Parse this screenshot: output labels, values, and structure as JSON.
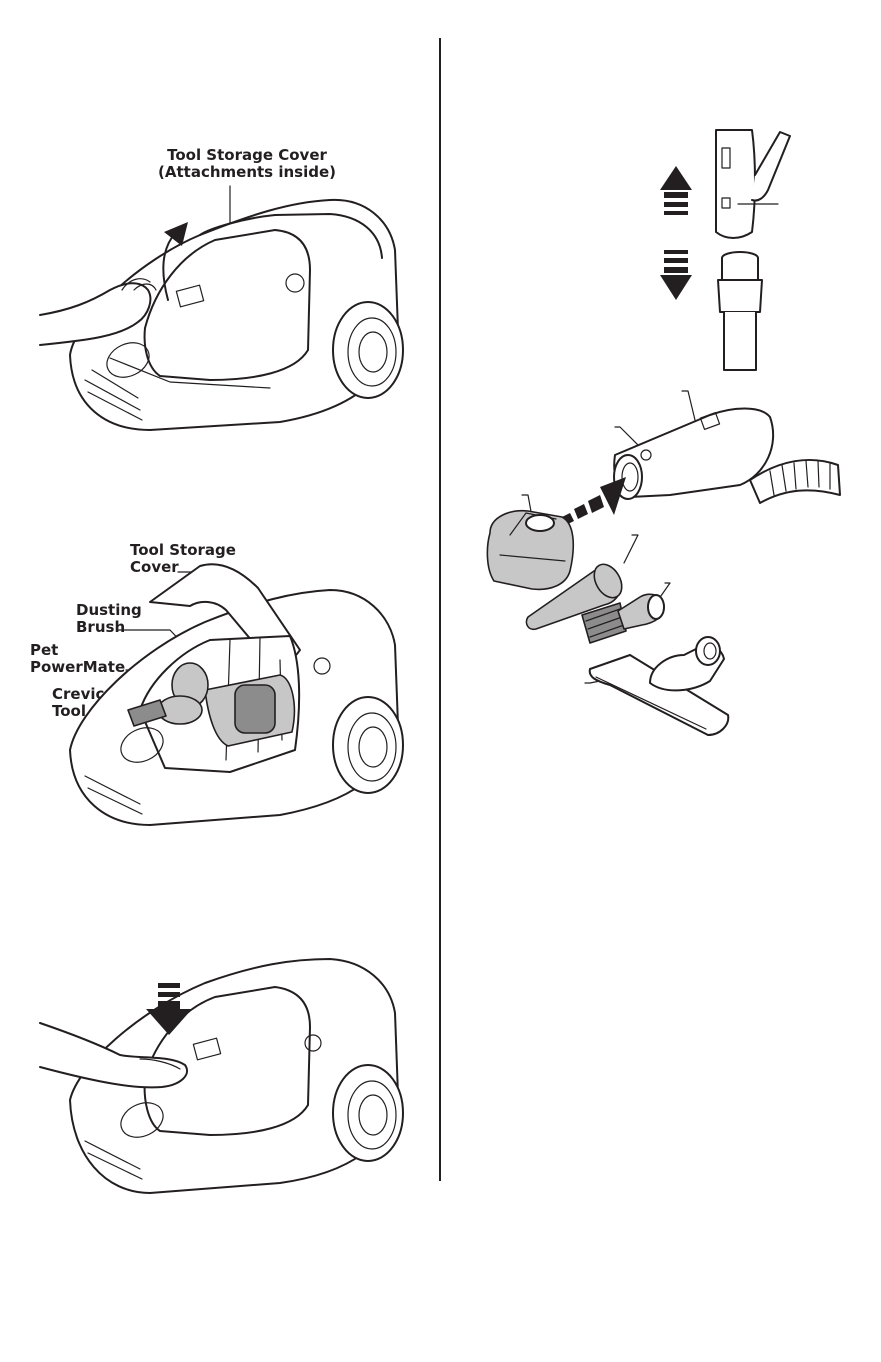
{
  "figure1": {
    "label_line1": "Tool Storage Cover",
    "label_line2": "(Attachments inside)"
  },
  "figure2": {
    "cover_line1": "Tool Storage",
    "cover_line2": "Cover",
    "dusting_line1": "Dusting",
    "dusting_line2": "Brush",
    "pet_line1": "Pet",
    "pet_line2": "PowerMate",
    "crevice_line1": "Crevice",
    "crevice_line2": "Tool"
  },
  "colors": {
    "ink": "#231f20",
    "tool_gray": "#c7c7c7",
    "tool_dark": "#8c8c8c"
  },
  "icons": [
    "up-arrow-icon",
    "down-arrow-icon",
    "right-arrow-icon",
    "curved-up-arrow-icon"
  ]
}
